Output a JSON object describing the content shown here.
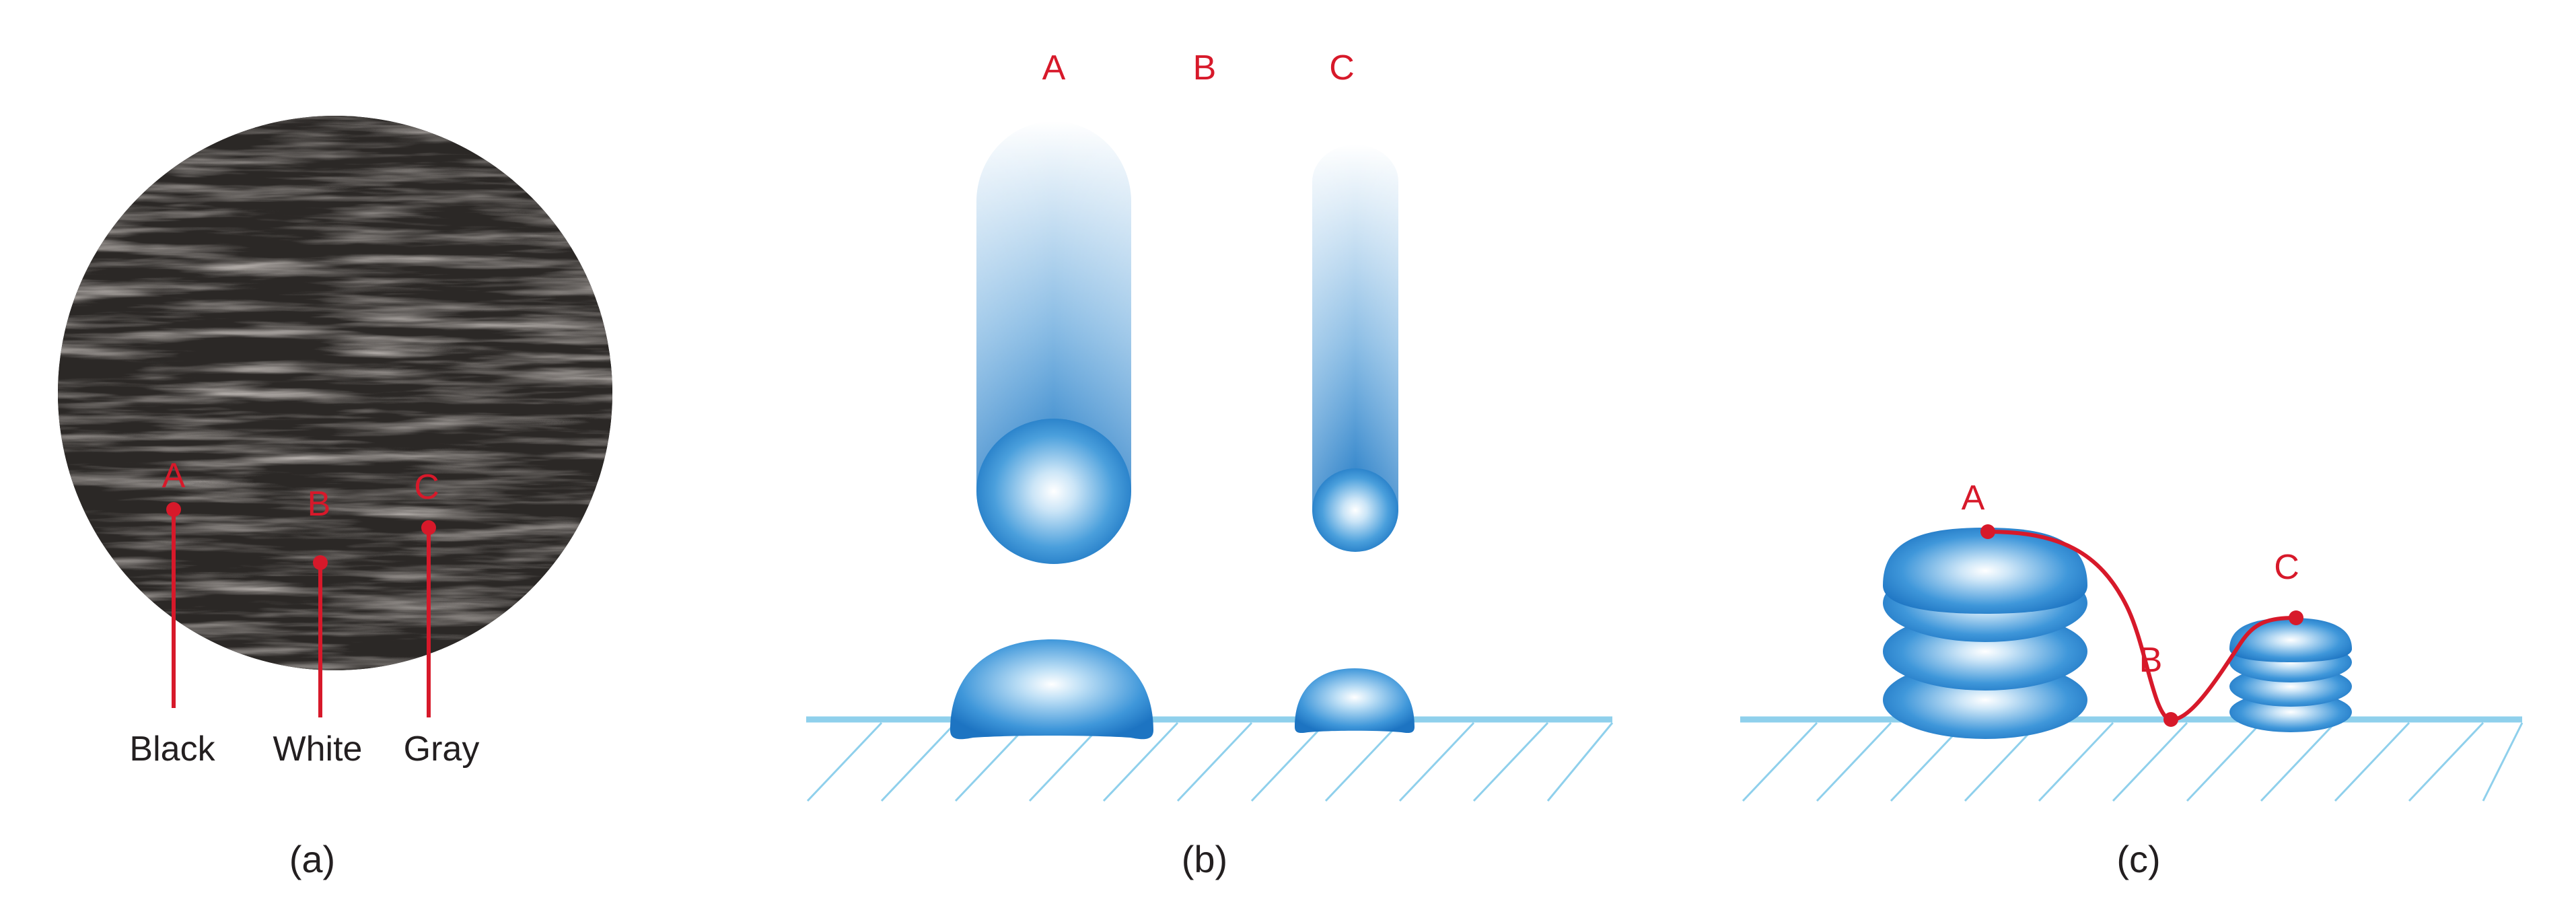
{
  "panel_a": {
    "points": [
      "A",
      "B",
      "C"
    ],
    "phases": [
      "Black",
      "White",
      "Gray"
    ],
    "caption": "(a)"
  },
  "panel_b": {
    "labels": [
      "A",
      "B",
      "C"
    ],
    "caption": "(b)"
  },
  "panel_c": {
    "labels": [
      "A",
      "B",
      "C"
    ],
    "caption": "(c)"
  },
  "colors": {
    "marker_red": "#d7192a",
    "droplet_blue": "#2a86cf",
    "surface_line": "#8fd0ec",
    "text": "#231f20"
  }
}
